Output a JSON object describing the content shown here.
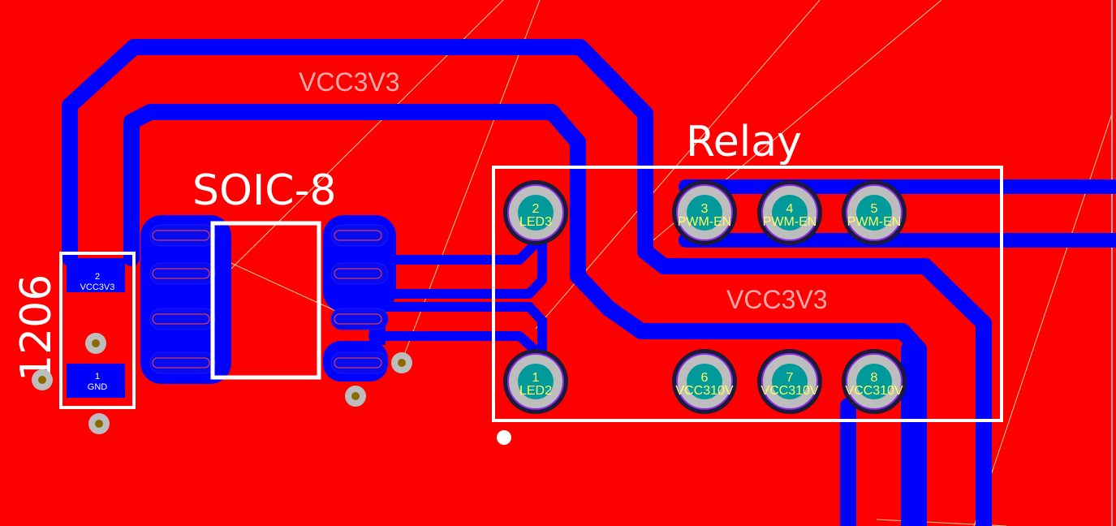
{
  "colors": {
    "copper": "#ff0000",
    "trace": "#0000ff",
    "silkscreen": "#ffffff",
    "net_label": "#ffaaaa",
    "pad": "#bdbdbd",
    "drill": "#009a9a",
    "pad_text": "#ffff66",
    "ratsnest": "#e8d0a0"
  },
  "components": {
    "soic8": {
      "designator": "SOIC-8"
    },
    "relay": {
      "designator": "Relay",
      "pins": [
        {
          "number": "2",
          "net": "LED3"
        },
        {
          "number": "3",
          "net": "PWM-EN"
        },
        {
          "number": "4",
          "net": "PWM-EN"
        },
        {
          "number": "5",
          "net": "PWM-EN"
        },
        {
          "number": "1",
          "net": "LED2"
        },
        {
          "number": "6",
          "net": "VCC310V"
        },
        {
          "number": "7",
          "net": "VCC310V"
        },
        {
          "number": "8",
          "net": "VCC310V"
        }
      ]
    },
    "r1206": {
      "designator": "1206",
      "pins": [
        {
          "number": "2",
          "net": "VCC3V3"
        },
        {
          "number": "1",
          "net": "GND"
        }
      ]
    }
  },
  "net_labels": [
    "VCC3V3",
    "VCC3V3"
  ]
}
